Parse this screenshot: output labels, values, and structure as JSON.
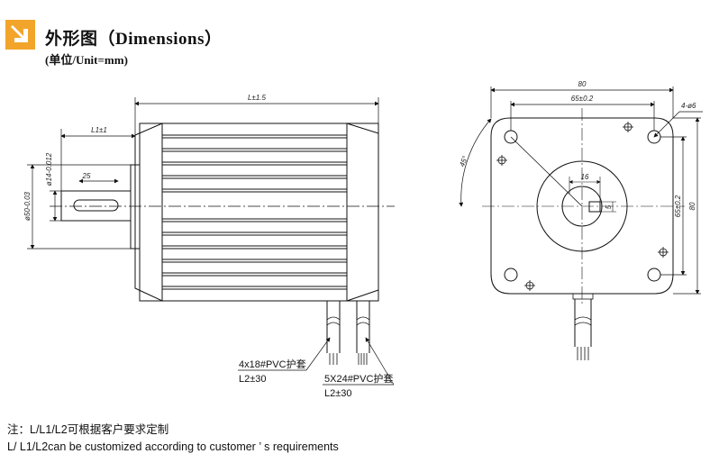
{
  "header": {
    "title": "外形图（Dimensions）",
    "subtitle": "(单位/Unit=mm)",
    "icon": "arrow-down-right-icon",
    "accent_color": "#f2a52a"
  },
  "side_view": {
    "overall_length": "L±1.5",
    "shaft_length": "L1±1",
    "key_length": "25",
    "shaft_diameter": "ø14-0.012",
    "pilot_diameter": "ø50-0.03",
    "cable1_label": "4x18#PVC护套",
    "cable1_length": "L2±30",
    "cable2_label": "5X24#PVC护套",
    "cable2_length": "L2±30"
  },
  "front_view": {
    "width": "80",
    "bolt_spacing": "65±0.2",
    "holes": "4-ø6",
    "angle": "45°",
    "key_width": "16",
    "key_depth": "5",
    "v_bolt_spacing": "65±0.2",
    "height": "80"
  },
  "notes": {
    "cn": "注：L/L1/L2可根据客户要求定制",
    "en": "L/ L1/L2can be customized according to customer ’ s requirements"
  }
}
